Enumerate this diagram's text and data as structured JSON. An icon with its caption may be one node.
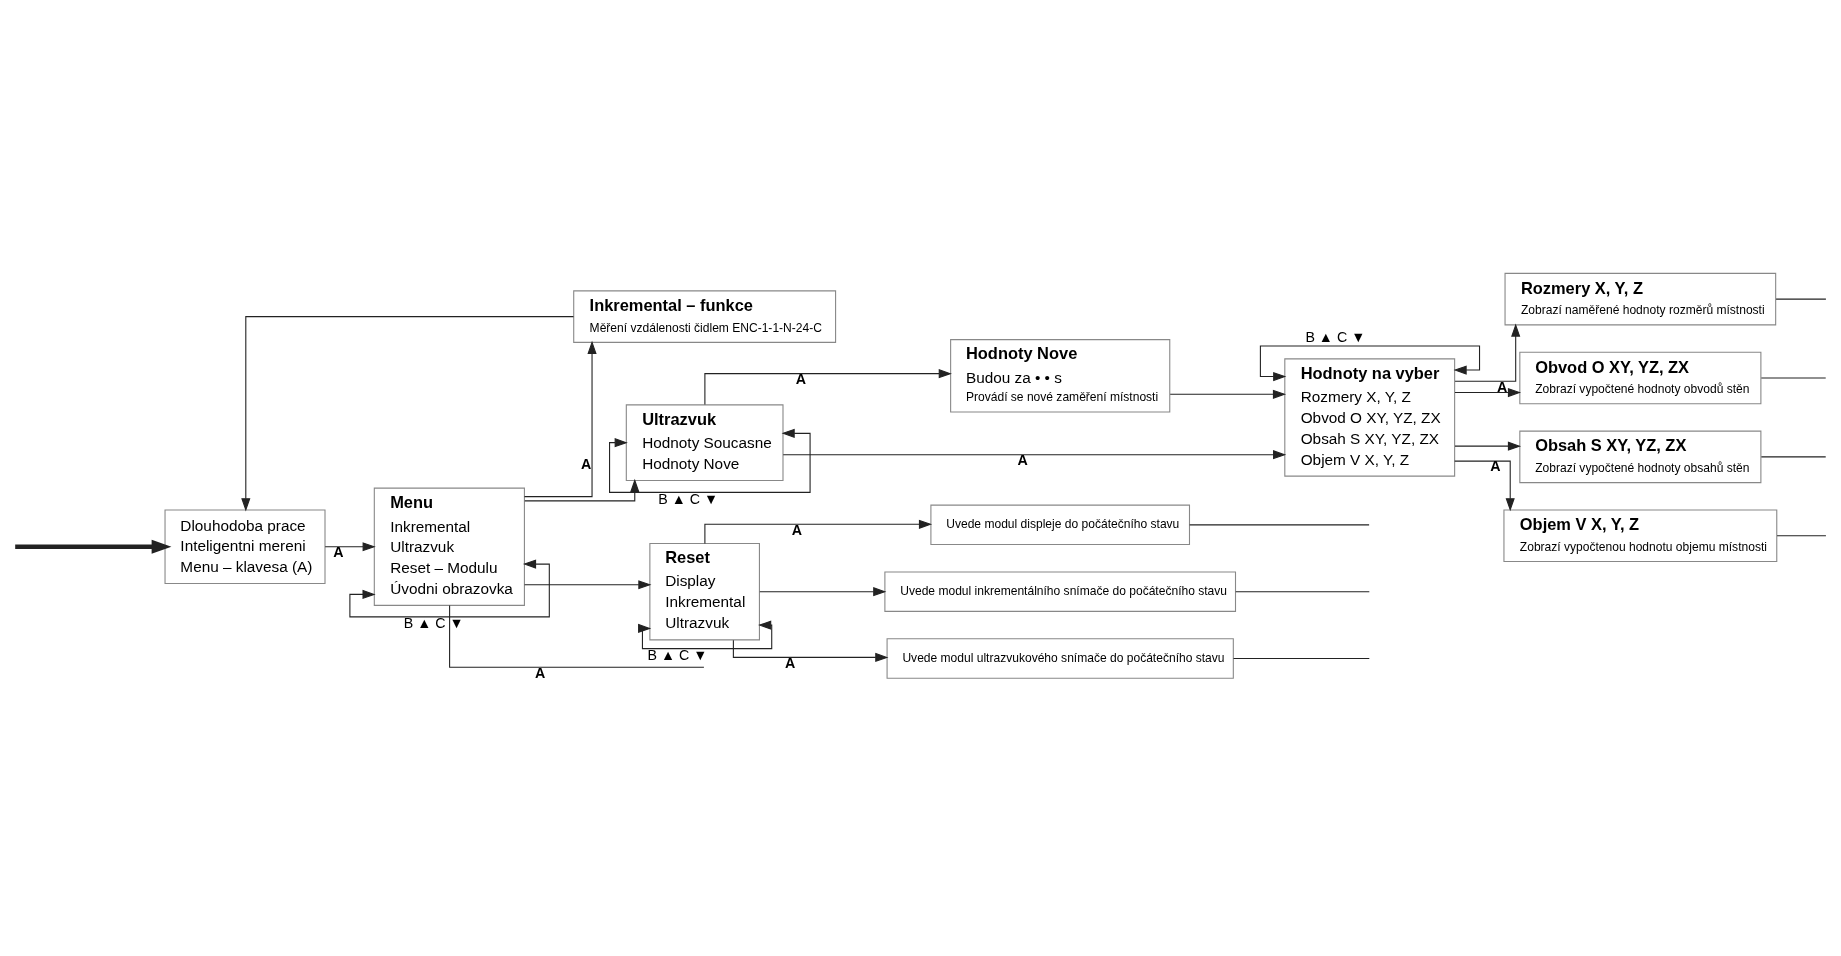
{
  "diagram": {
    "nodes": [
      {
        "text": [
          "Dlouhodoba prace",
          "Inteligentni mereni",
          "Menu – klavesa (A)"
        ]
      },
      {
        "text": [
          "Menu",
          "Inkremental",
          "Ultrazvuk",
          "Reset – Modulu",
          "Úvodni obrazovka"
        ]
      },
      {
        "text": [
          "Inkremental – funkce",
          "Měření vzdálenosti čidlem ENC-1-1-N-24-C"
        ]
      },
      {
        "text": [
          "Ultrazvuk",
          "Hodnoty Soucasne",
          "Hodnoty Nove"
        ]
      },
      {
        "text": [
          "Hodnoty Nove",
          "Budou za • • s",
          "Provádí se nové zaměření místnosti"
        ]
      },
      {
        "text": [
          "Hodnoty na vyber",
          "Rozmery X, Y, Z",
          "Obvod O XY, YZ, ZX",
          "Obsah S XY, YZ, ZX",
          "Objem V X, Y, Z"
        ]
      },
      {
        "text": [
          "Rozmery X, Y, Z",
          "Zobrazí naměřené hodnoty rozměrů místnosti"
        ]
      },
      {
        "text": [
          "Obvod O XY, YZ, ZX",
          "Zobrazí vypočtené hodnoty obvodů stěn"
        ]
      },
      {
        "text": [
          "Obsah S XY, YZ, ZX",
          "Zobrazí vypočtené hodnoty obsahů stěn"
        ]
      },
      {
        "text": [
          "Objem V X, Y, Z",
          "Zobrazí vypočtenou hodnotu objemu místnosti"
        ]
      },
      {
        "text": [
          "Reset",
          "Display",
          "Inkremental",
          "Ultrazvuk"
        ]
      },
      {
        "text": [
          "Uvede modul displeje do počátečního stavu"
        ]
      },
      {
        "text": [
          "Uvede modul inkrementálního snímače do počátečního stavu"
        ]
      },
      {
        "text": [
          "Uvede modul ultrazvukového snímače do počátečního stavu"
        ]
      }
    ],
    "edges": [
      {
        "from": null,
        "to": 0,
        "arrow": "to",
        "style": "thick"
      },
      {
        "from": 0,
        "to": 1,
        "arrow": "to",
        "label": "A"
      },
      {
        "from": 1,
        "to": 1,
        "arrow": "both",
        "label": "B ▲ C ▼"
      },
      {
        "from": 1,
        "to": 2,
        "arrow": "to",
        "label": "A"
      },
      {
        "from": 1,
        "to": 3,
        "arrow": "to"
      },
      {
        "from": 1,
        "to": 10,
        "arrow": "to"
      },
      {
        "from": 1,
        "to": null,
        "arrow": "none",
        "label": "A"
      },
      {
        "from": 2,
        "to": 0,
        "arrow": "to"
      },
      {
        "from": 3,
        "to": 3,
        "arrow": "both",
        "label": "B ▲ C ▼"
      },
      {
        "from": 3,
        "to": 5,
        "arrow": "to",
        "label": "A"
      },
      {
        "from": 3,
        "to": 4,
        "arrow": "to",
        "label": "A"
      },
      {
        "from": 4,
        "to": 5,
        "arrow": "to"
      },
      {
        "from": 5,
        "to": 5,
        "arrow": "both",
        "label": "B ▲ C ▼"
      },
      {
        "from": 5,
        "to": 6,
        "arrow": "to",
        "label": "A"
      },
      {
        "from": 5,
        "to": 7,
        "arrow": "to"
      },
      {
        "from": 5,
        "to": 8,
        "arrow": "to"
      },
      {
        "from": 5,
        "to": 9,
        "arrow": "to",
        "label": "A"
      },
      {
        "from": 6,
        "to": null,
        "arrow": "none"
      },
      {
        "from": 7,
        "to": null,
        "arrow": "none"
      },
      {
        "from": 8,
        "to": null,
        "arrow": "none"
      },
      {
        "from": 9,
        "to": null,
        "arrow": "none"
      },
      {
        "from": 10,
        "to": 10,
        "arrow": "both",
        "label": "B ▲ C ▼"
      },
      {
        "from": 10,
        "to": 11,
        "arrow": "to",
        "label": "A"
      },
      {
        "from": 10,
        "to": 12,
        "arrow": "to"
      },
      {
        "from": 10,
        "to": 13,
        "arrow": "to",
        "label": "A"
      },
      {
        "from": 11,
        "to": null,
        "arrow": "none"
      },
      {
        "from": 12,
        "to": null,
        "arrow": "none"
      },
      {
        "from": 13,
        "to": null,
        "arrow": "none"
      }
    ]
  }
}
